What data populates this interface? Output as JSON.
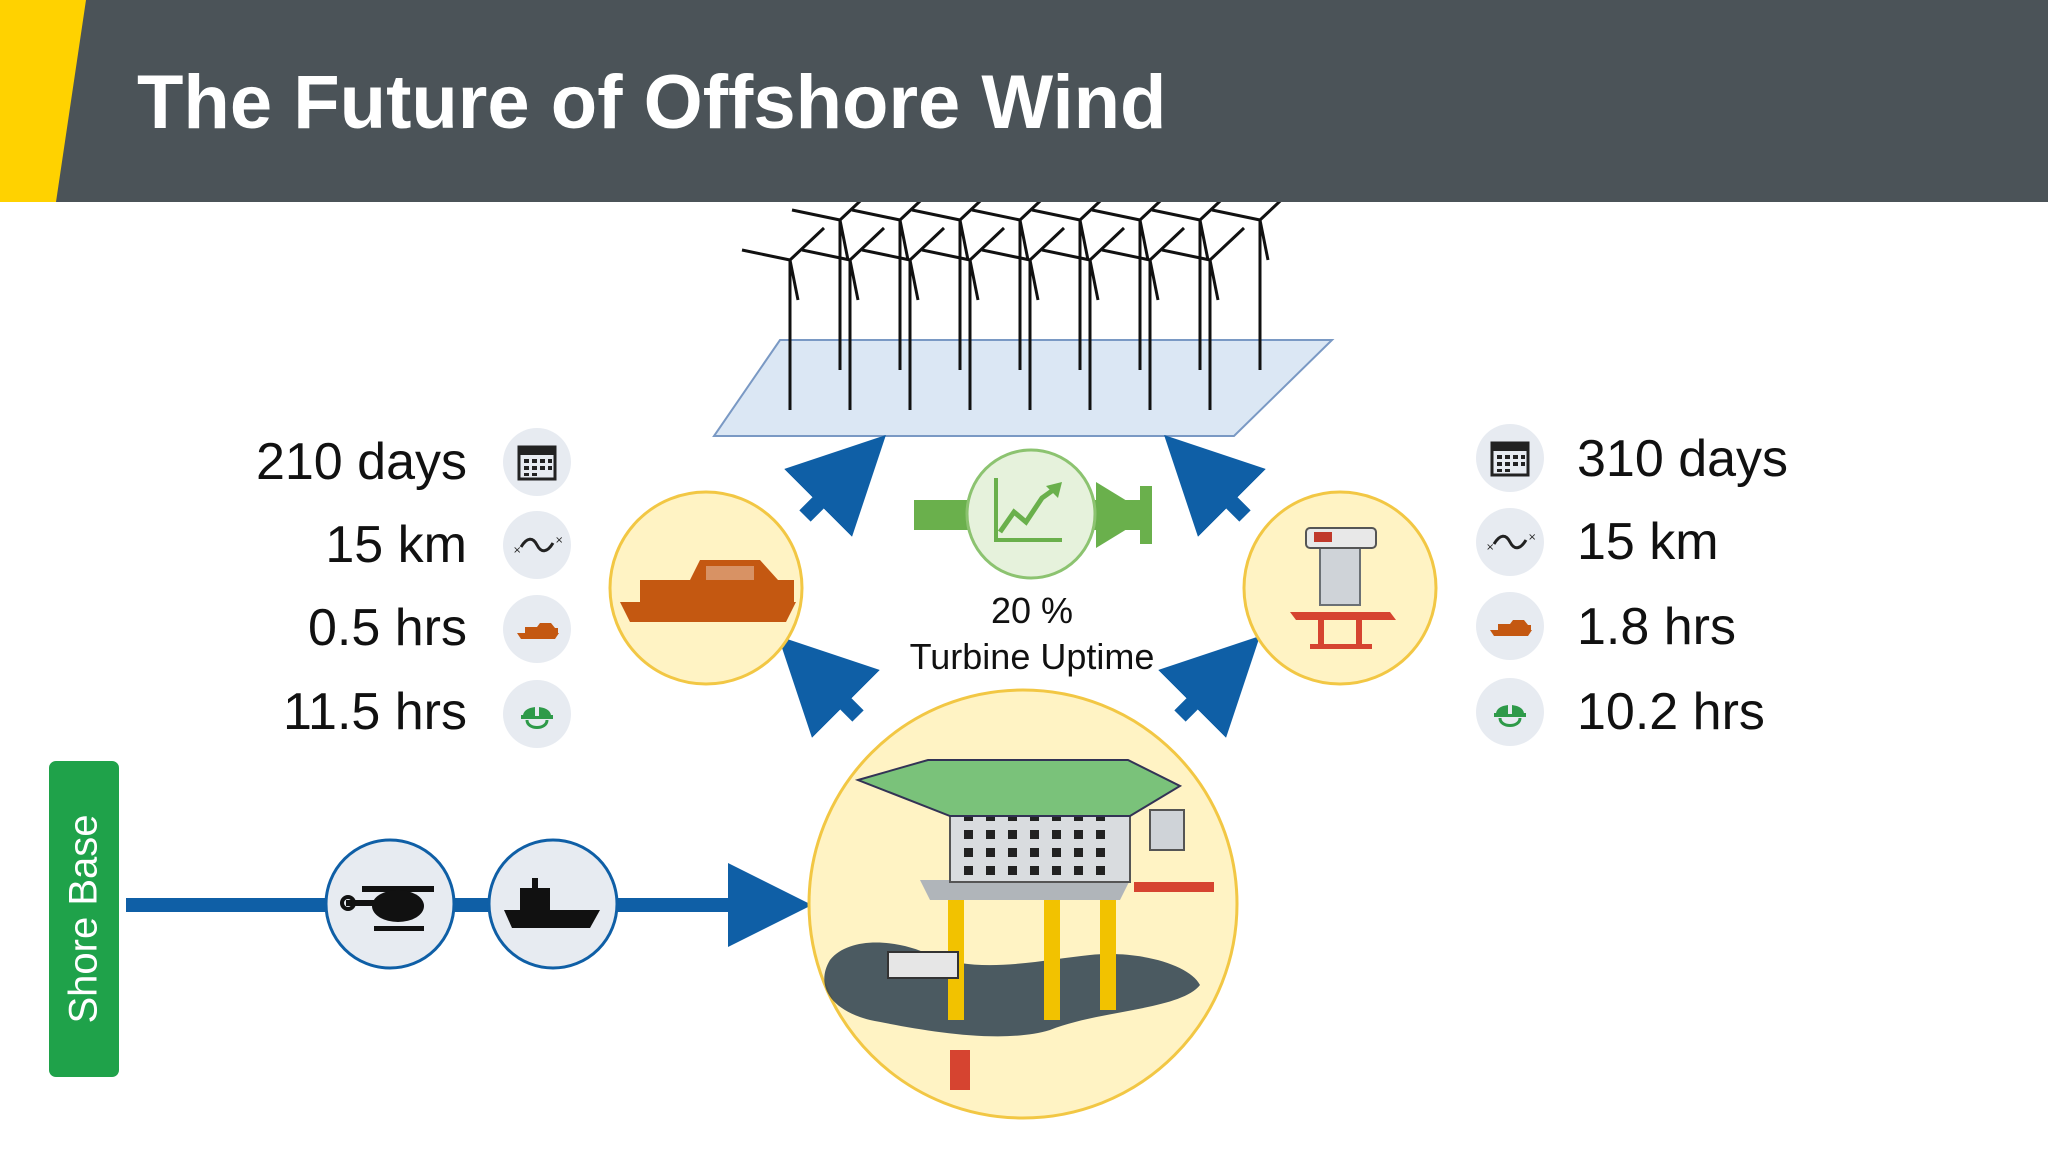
{
  "title": "The Future of Offshore Wind",
  "colors": {
    "header_bg": "#4b5358",
    "accent_yellow": "#ffd200",
    "arrow_blue": "#0f5fa6",
    "arrow_green": "#6ab04c",
    "vessel_orange": "#c45811",
    "circle_fill": "#fff3c4",
    "circle_border": "#f2c744",
    "shore_green": "#1fa24a",
    "icon_bg": "#e7ebf1"
  },
  "left_stats": [
    {
      "value": "210 days",
      "icon": "calendar-icon"
    },
    {
      "value": "15 km",
      "icon": "distance-icon"
    },
    {
      "value": "0.5 hrs",
      "icon": "vessel-icon"
    },
    {
      "value": "11.5 hrs",
      "icon": "hard-hat-icon"
    }
  ],
  "right_stats": [
    {
      "value": "310 days",
      "icon": "calendar-icon"
    },
    {
      "value": "15 km",
      "icon": "distance-icon"
    },
    {
      "value": "1.8 hrs",
      "icon": "vessel-icon"
    },
    {
      "value": "10.2 hrs",
      "icon": "hard-hat-icon"
    }
  ],
  "uptime": {
    "percent_label": "20 %",
    "caption": "Turbine Uptime",
    "icon": "trending-up-chart-icon"
  },
  "shore_base": {
    "label": "Shore Base",
    "transport_icons": [
      "helicopter-icon",
      "supply-ship-icon"
    ]
  },
  "nodes": [
    "wind-farm",
    "crew-transfer-vessel",
    "service-operation-vessel",
    "offshore-accommodation-platform"
  ]
}
